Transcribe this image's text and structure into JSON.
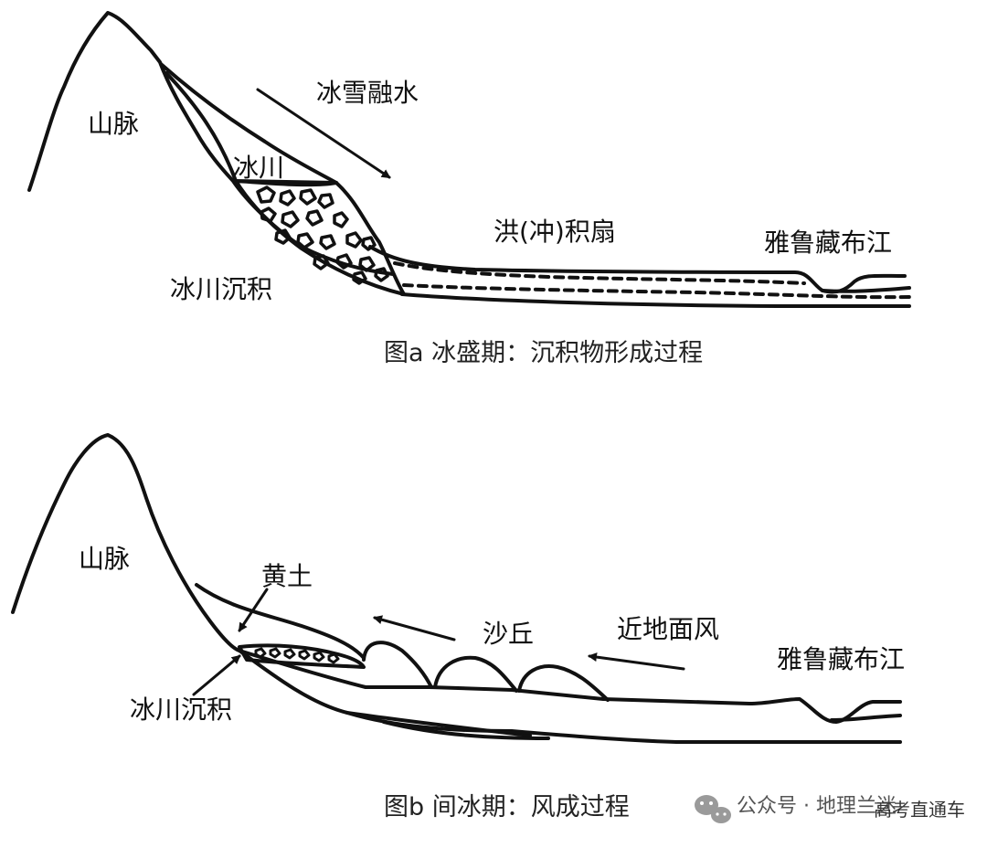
{
  "figure_a": {
    "labels": {
      "mountain": "山脉",
      "glacier": "冰川",
      "meltwater": "冰雪融水",
      "alluvial_fan": "洪(冲)积扇",
      "river": "雅鲁藏布江",
      "glacial_deposit": "冰川沉积"
    },
    "caption": "图a 冰盛期：沉积物形成过程"
  },
  "figure_b": {
    "labels": {
      "mountain": "山脉",
      "loess": "黄土",
      "dunes": "沙丘",
      "near_surface_wind": "近地面风",
      "river": "雅鲁藏布江",
      "glacial_deposit": "冰川沉积"
    },
    "caption": "图b 间冰期：风成过程"
  },
  "watermark": {
    "icon": "wechat-icon",
    "text": "公众号 · 地理兰迷",
    "overlay": "高考直通车"
  }
}
